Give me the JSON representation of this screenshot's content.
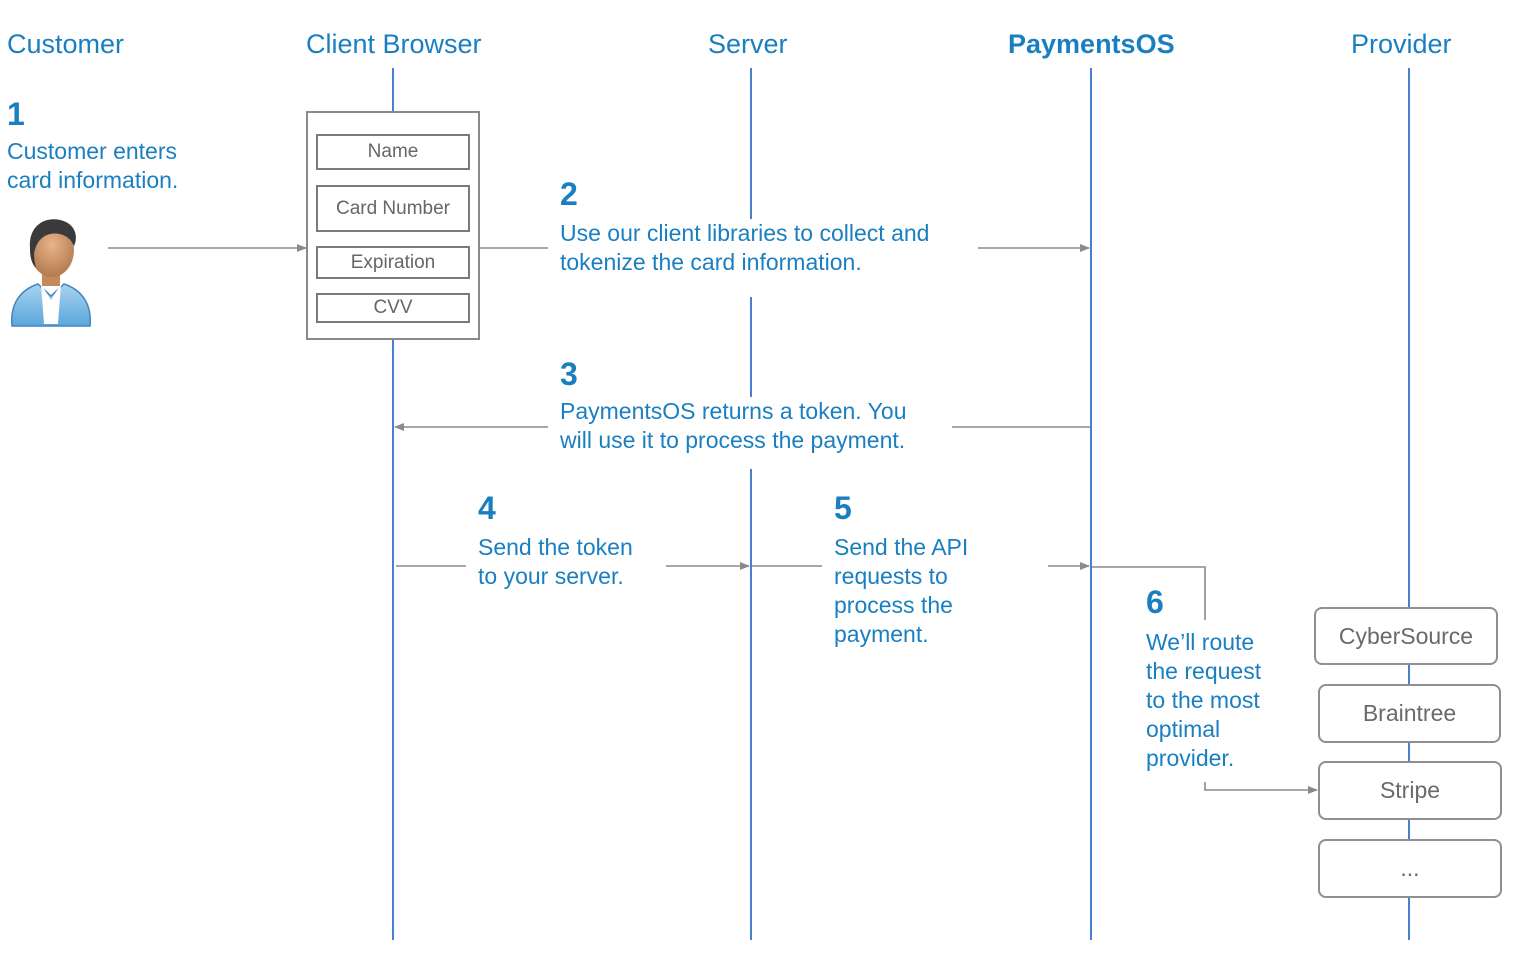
{
  "headers": {
    "customer": "Customer",
    "client_browser": "Client Browser",
    "server": "Server",
    "paymentsos": "PaymentsOS",
    "provider": "Provider"
  },
  "steps": [
    {
      "number": "1",
      "text": "Customer enters\ncard information."
    },
    {
      "number": "2",
      "text": "Use our client libraries to collect and\ntokenize the card information."
    },
    {
      "number": "3",
      "text": "PaymentsOS returns a token. You\nwill use it to process the payment."
    },
    {
      "number": "4",
      "text": "Send the token\nto your server."
    },
    {
      "number": "5",
      "text": "Send the API\nrequests to\nprocess the\npayment."
    },
    {
      "number": "6",
      "text": "We’ll route\nthe request\nto the most\noptimal\nprovider."
    }
  ],
  "form_fields": {
    "name": "Name",
    "card_number": "Card Number",
    "expiration": "Expiration",
    "cvv": "CVV"
  },
  "providers": [
    "CyberSource",
    "Braintree",
    "Stripe",
    "..."
  ],
  "colors": {
    "accent_blue": "#1a7fc1",
    "lifeline_blue": "#4a7fd0",
    "arrow_gray": "#8a8a8a",
    "box_border_gray": "#8f8f8f",
    "box_text_gray": "#666666"
  },
  "icons": {
    "customer": "person-avatar-icon"
  }
}
